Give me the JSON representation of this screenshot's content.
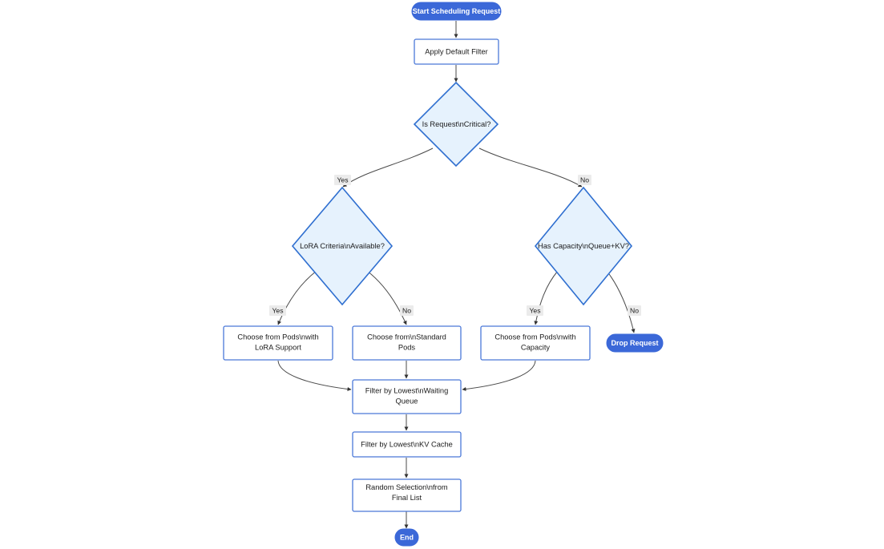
{
  "diagram": {
    "type": "flowchart",
    "orientation": "top-down",
    "background": "#ffffff",
    "colors": {
      "pill_fill": "#3b68d8",
      "pill_text": "#ffffff",
      "rect_fill": "#ffffff",
      "rect_stroke": "#4a78d8",
      "diamond_fill": "#e6f2fd",
      "diamond_stroke": "#2f6fd0",
      "edge_stroke": "#4a4a4a",
      "edge_label_bg": "#ebebeb",
      "node_text": "#1b1b1b"
    },
    "nodes": {
      "start": {
        "label": "Start Scheduling Request",
        "shape": "pill"
      },
      "apply_default_filter": {
        "label": "Apply Default Filter",
        "shape": "rect"
      },
      "is_request_critical": {
        "label": "Is Request\\nCritical?",
        "shape": "diamond"
      },
      "lora_criteria_available": {
        "label": "LoRA Criteria\\nAvailable?",
        "shape": "diamond"
      },
      "has_capacity": {
        "label": "Has Capacity\\nQueue+KV?",
        "shape": "diamond"
      },
      "choose_lora_pods": {
        "label": "Choose from Pods\\nwith LoRA Support",
        "shape": "rect",
        "line1": "Choose from Pods\\nwith",
        "line2": "LoRA Support"
      },
      "choose_standard_pods": {
        "label": "Choose from\\nStandard Pods",
        "shape": "rect",
        "line1": "Choose from\\nStandard",
        "line2": "Pods"
      },
      "choose_capacity_pods": {
        "label": "Choose from Pods\\nwith Capacity",
        "shape": "rect",
        "line1": "Choose from Pods\\nwith",
        "line2": "Capacity"
      },
      "drop_request": {
        "label": "Drop Request",
        "shape": "pill"
      },
      "filter_waiting_queue": {
        "label": "Filter by Lowest\\nWaiting Queue",
        "shape": "rect",
        "line1": "Filter by Lowest\\nWaiting",
        "line2": "Queue"
      },
      "filter_kv_cache": {
        "label": "Filter by Lowest\\nKV Cache",
        "shape": "rect"
      },
      "random_selection": {
        "label": "Random Selection\\nfrom Final List",
        "shape": "rect",
        "line1": "Random Selection\\nfrom",
        "line2": "Final List"
      },
      "end": {
        "label": "End",
        "shape": "pill"
      }
    },
    "edge_labels": {
      "critical_yes": "Yes",
      "critical_no": "No",
      "lora_yes": "Yes",
      "lora_no": "No",
      "capacity_yes": "Yes",
      "capacity_no": "No"
    }
  }
}
